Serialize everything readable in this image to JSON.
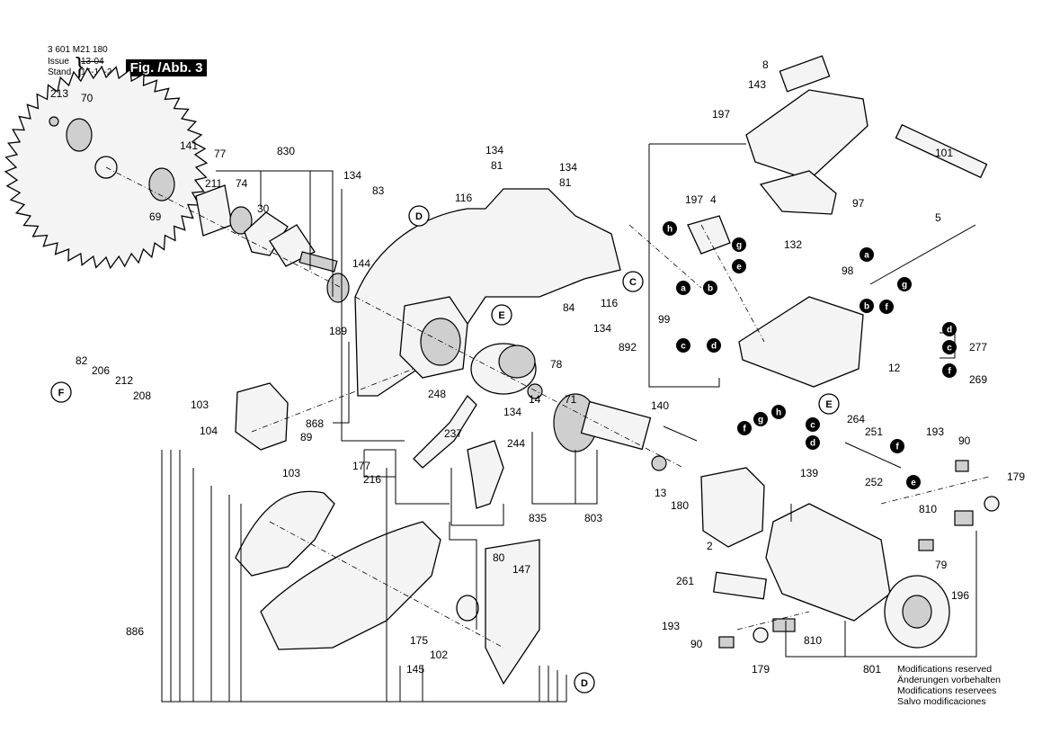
{
  "header": {
    "doc_number": "3 601 M21 180",
    "issue_label": "Issue",
    "issue_value": "13-04",
    "stand_label": "Stand",
    "stand_value": "16-10-26",
    "figure_label": "Fig. /Abb. 3"
  },
  "notes": [
    "Modifications reserved",
    "Änderungen vorbehalten",
    "Modifications reservees",
    "Salvo modificaciones"
  ],
  "part_labels": [
    {
      "text": "213"
    },
    {
      "text": "70"
    },
    {
      "text": "141"
    },
    {
      "text": "77"
    },
    {
      "text": "211"
    },
    {
      "text": "74"
    },
    {
      "text": "30"
    },
    {
      "text": "69"
    },
    {
      "text": "830"
    },
    {
      "text": "134"
    },
    {
      "text": "83"
    },
    {
      "text": "144"
    },
    {
      "text": "134"
    },
    {
      "text": "81"
    },
    {
      "text": "134"
    },
    {
      "text": "81"
    },
    {
      "text": "116"
    },
    {
      "text": "116"
    },
    {
      "text": "84"
    },
    {
      "text": "134"
    },
    {
      "text": "78"
    },
    {
      "text": "189"
    },
    {
      "text": "82"
    },
    {
      "text": "206"
    },
    {
      "text": "212"
    },
    {
      "text": "208"
    },
    {
      "text": "103"
    },
    {
      "text": "104"
    },
    {
      "text": "89"
    },
    {
      "text": "103"
    },
    {
      "text": "868"
    },
    {
      "text": "248"
    },
    {
      "text": "134"
    },
    {
      "text": "14"
    },
    {
      "text": "71"
    },
    {
      "text": "237"
    },
    {
      "text": "244"
    },
    {
      "text": "177"
    },
    {
      "text": "216"
    },
    {
      "text": "835"
    },
    {
      "text": "803"
    },
    {
      "text": "13"
    },
    {
      "text": "180"
    },
    {
      "text": "140"
    },
    {
      "text": "80"
    },
    {
      "text": "147"
    },
    {
      "text": "175"
    },
    {
      "text": "102"
    },
    {
      "text": "145"
    },
    {
      "text": "886"
    },
    {
      "text": "8"
    },
    {
      "text": "143"
    },
    {
      "text": "197"
    },
    {
      "text": "197"
    },
    {
      "text": "4"
    },
    {
      "text": "97"
    },
    {
      "text": "101"
    },
    {
      "text": "5"
    },
    {
      "text": "132"
    },
    {
      "text": "98"
    },
    {
      "text": "99"
    },
    {
      "text": "892"
    },
    {
      "text": "12"
    },
    {
      "text": "277"
    },
    {
      "text": "269"
    },
    {
      "text": "264"
    },
    {
      "text": "251"
    },
    {
      "text": "252"
    },
    {
      "text": "193"
    },
    {
      "text": "90"
    },
    {
      "text": "179"
    },
    {
      "text": "139"
    },
    {
      "text": "2"
    },
    {
      "text": "810"
    },
    {
      "text": "261"
    },
    {
      "text": "79"
    },
    {
      "text": "196"
    },
    {
      "text": "193"
    },
    {
      "text": "90"
    },
    {
      "text": "810"
    },
    {
      "text": "179"
    },
    {
      "text": "801"
    }
  ],
  "circle_refs": [
    {
      "text": "D"
    },
    {
      "text": "C"
    },
    {
      "text": "E"
    },
    {
      "text": "F"
    },
    {
      "text": "D"
    },
    {
      "text": "E"
    }
  ],
  "letter_refs": [
    {
      "text": "h"
    },
    {
      "text": "g"
    },
    {
      "text": "e"
    },
    {
      "text": "a"
    },
    {
      "text": "b"
    },
    {
      "text": "a"
    },
    {
      "text": "b"
    },
    {
      "text": "c"
    },
    {
      "text": "d"
    },
    {
      "text": "f"
    },
    {
      "text": "g"
    },
    {
      "text": "d"
    },
    {
      "text": "c"
    },
    {
      "text": "f"
    },
    {
      "text": "f"
    },
    {
      "text": "g"
    },
    {
      "text": "h"
    },
    {
      "text": "c"
    },
    {
      "text": "d"
    },
    {
      "text": "f"
    },
    {
      "text": "e"
    }
  ]
}
